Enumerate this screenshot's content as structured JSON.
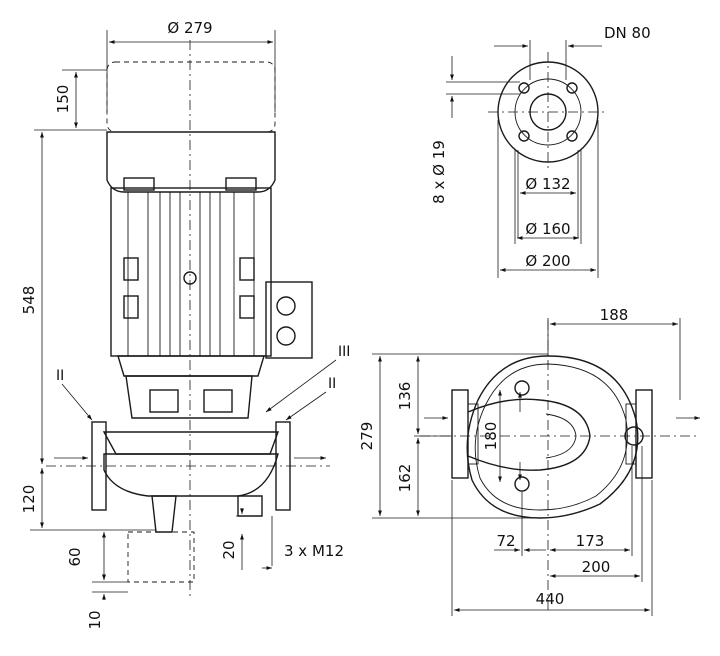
{
  "dimensions": {
    "motor_diameter": "Ø 279",
    "motor_top_clearance": "150",
    "overall_height": "548",
    "pipe_axis_height": "120",
    "foot_height": "60",
    "base_thickness": "10",
    "foot_bolt_offset": "20",
    "bolt_spec": "3 x M12",
    "flange_nominal": "DN 80",
    "flange_holes": "8 x Ø 19",
    "bolt_circle_inner": "Ø 132",
    "bolt_circle": "Ø 160",
    "flange_outer": "Ø 200",
    "plan_right_width": "188",
    "plan_upper_depth": "136",
    "plan_lower_depth": "162",
    "plan_total_depth": "279",
    "port_spacing": "180",
    "plan_offset_small": "72",
    "plan_offset_mid": "173",
    "plan_offset_200": "200",
    "plan_total_length": "440"
  },
  "callouts": {
    "left_port": "II",
    "right_port": "II",
    "top_port": "III"
  }
}
